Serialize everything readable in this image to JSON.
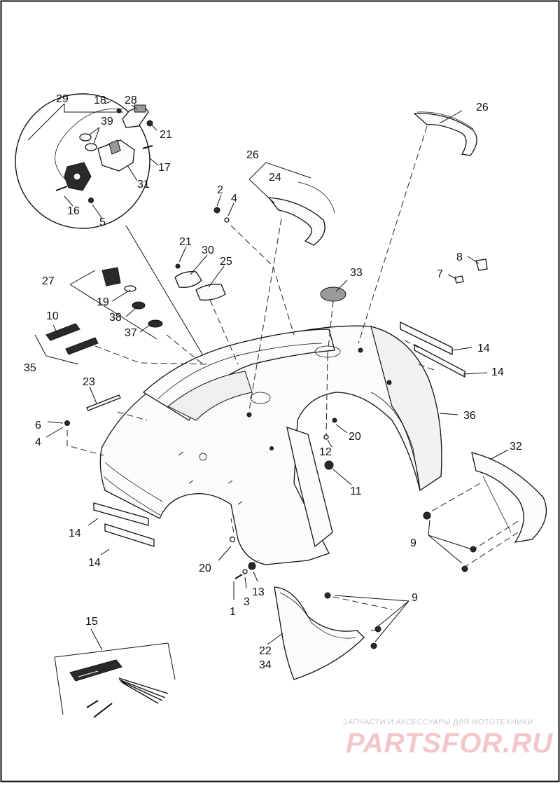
{
  "diagram": {
    "callouts": {
      "c1": "1",
      "c2": "2",
      "c3": "3",
      "c4a": "4",
      "c4b": "4",
      "c5": "5",
      "c6": "6",
      "c7": "7",
      "c8": "8",
      "c9a": "9",
      "c9b": "9",
      "c10": "10",
      "c11": "11",
      "c12": "12",
      "c13": "13",
      "c14a": "14",
      "c14b": "14",
      "c14c": "14",
      "c14d": "14",
      "c15": "15",
      "c16": "16",
      "c17": "17",
      "c18": "18",
      "c19": "19",
      "c20a": "20",
      "c20b": "20",
      "c21a": "21",
      "c21b": "21",
      "c22": "22",
      "c23": "23",
      "c24": "24",
      "c25": "25",
      "c26a": "26",
      "c26b": "26",
      "c27": "27",
      "c28": "28",
      "c29": "29",
      "c30": "30",
      "c31": "31",
      "c32": "32",
      "c33": "33",
      "c34": "34",
      "c35": "35",
      "c36": "36",
      "c37": "37",
      "c38": "38",
      "c39": "39"
    }
  },
  "watermark": {
    "tagline": "ЗАПЧАСТИ И АКСЕССУАРЫ ДЛЯ МОТОТЕХНИКИ",
    "brand": "PARTSFOR.RU",
    "color": "#e8909b"
  }
}
